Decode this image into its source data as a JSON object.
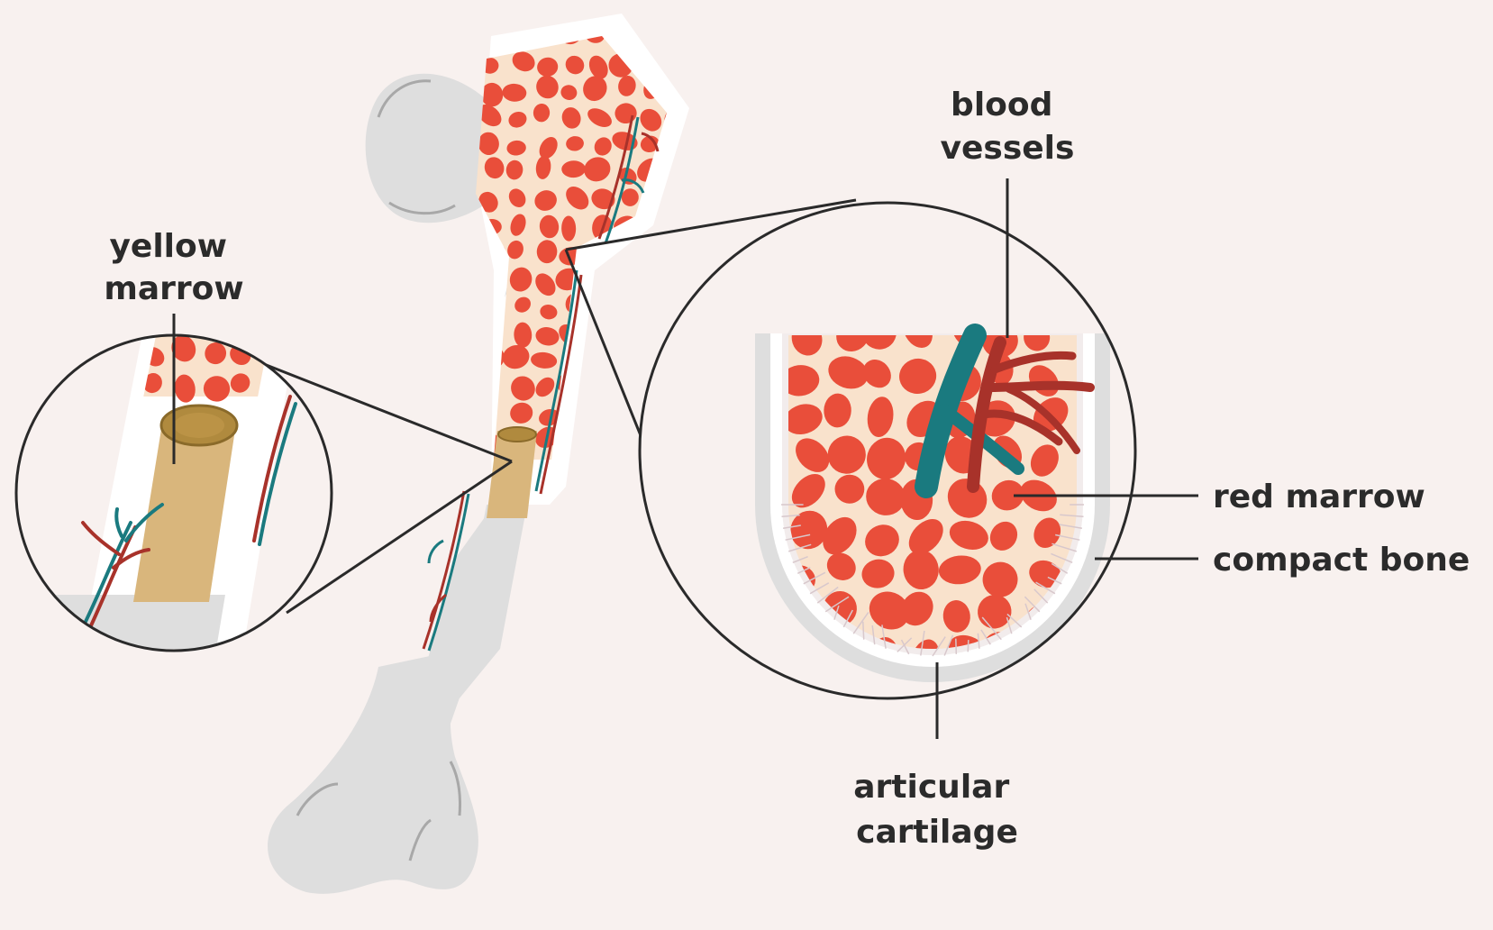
{
  "diagram": {
    "labels": {
      "blood_vessels": [
        "blood",
        "vessels"
      ],
      "yellow_marrow": [
        "yellow",
        "marrow"
      ],
      "red_marrow": "red marrow",
      "compact_bone": "compact bone",
      "articular_cartilage": [
        "articular",
        "cartilage"
      ]
    }
  },
  "colors": {
    "background": "#f8f1ef",
    "bone": "#dedede",
    "bone_edge": "#a8a8a8",
    "red_marrow": "#e94e3a",
    "spongy_fill": "#f9e2cc",
    "yellow_marrow": "#d9b67c",
    "yellow_marrow_dark": "#b08a3e",
    "vessel_teal": "#1a7a7f",
    "vessel_red": "#a8322a",
    "line": "#2a2a2a"
  }
}
